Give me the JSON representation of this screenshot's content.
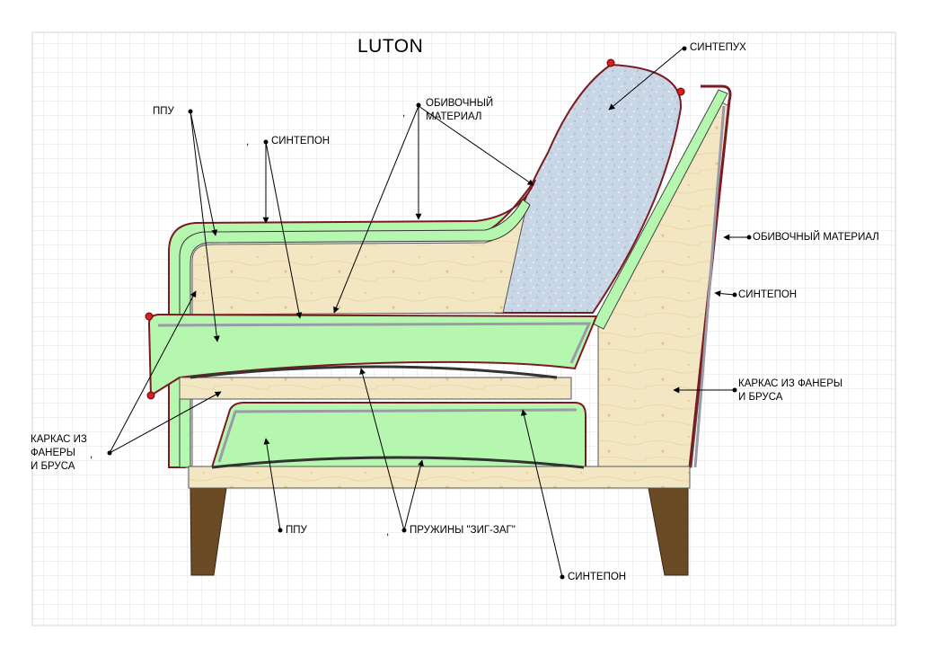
{
  "title": "LUTON",
  "labels": {
    "sintepuh_top": "СИНТЕПУХ",
    "ppu_top": "ППУ",
    "sintepon_top": "СИНТЕПОН",
    "obivochny_top_1": "ОБИВОЧНЫЙ",
    "obivochny_top_2": "МАТЕРИАЛ",
    "obivochny_right": "ОБИВОЧНЫЙ МАТЕРИАЛ",
    "sintepon_right": "СИНТЕПОН",
    "karkas_right_1": "КАРКАС ИЗ ФАНЕРЫ",
    "karkas_right_2": "И БРУСА",
    "karkas_left_1": "КАРКАС ИЗ",
    "karkas_left_2": "ФАНЕРЫ",
    "karkas_left_3": "И БРУСА",
    "ppu_bottom": "ППУ",
    "springs": "ПРУЖИНЫ \"ЗИГ-ЗАГ\"",
    "sintepon_bottom": "СИНТЕПОН",
    "comma": ","
  },
  "colors": {
    "wood": "#f3e6c2",
    "foam": "#b6f7b0",
    "fiber": "#c9d8e8",
    "upholstery": "#7a1b22",
    "padding": "#9a9aa8",
    "legs": "#6b4a26",
    "grid": "#e4e4e4"
  }
}
